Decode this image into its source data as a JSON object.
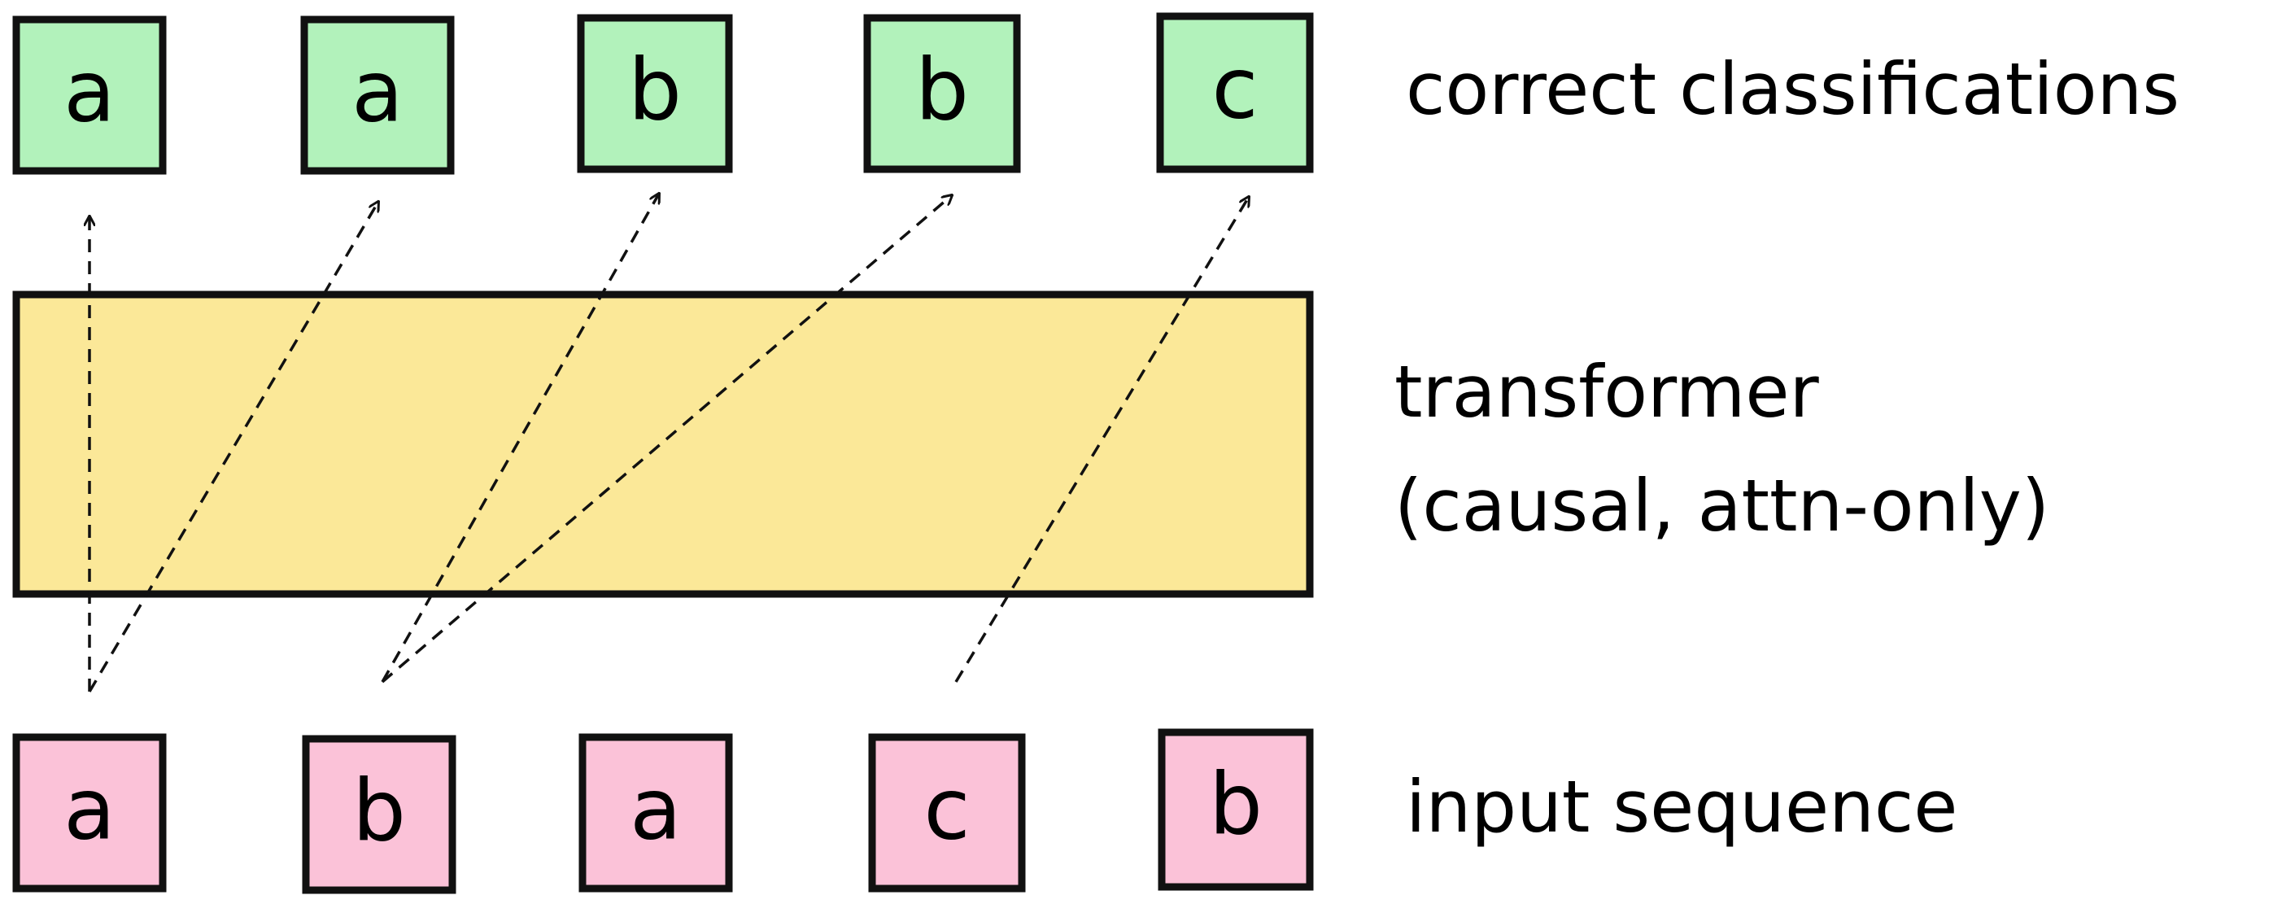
{
  "colors": {
    "output_fill": "#b2f2bb",
    "input_fill": "#fbc2d8",
    "transformer_fill": "#fbe898",
    "stroke": "#111111"
  },
  "output_tokens": [
    "a",
    "a",
    "b",
    "b",
    "c"
  ],
  "input_tokens": [
    "a",
    "b",
    "a",
    "c",
    "b"
  ],
  "labels": {
    "outputs": "correct classifications",
    "transformer_line1": "transformer",
    "transformer_line2": "(causal, attn-only)",
    "inputs": "input sequence"
  },
  "connections": [
    {
      "from_input": 0,
      "to_output": 0
    },
    {
      "from_input": 0,
      "to_output": 1
    },
    {
      "from_input": 1,
      "to_output": 2
    },
    {
      "from_input": 1,
      "to_output": 3
    },
    {
      "from_input": 3,
      "to_output": 4
    }
  ]
}
